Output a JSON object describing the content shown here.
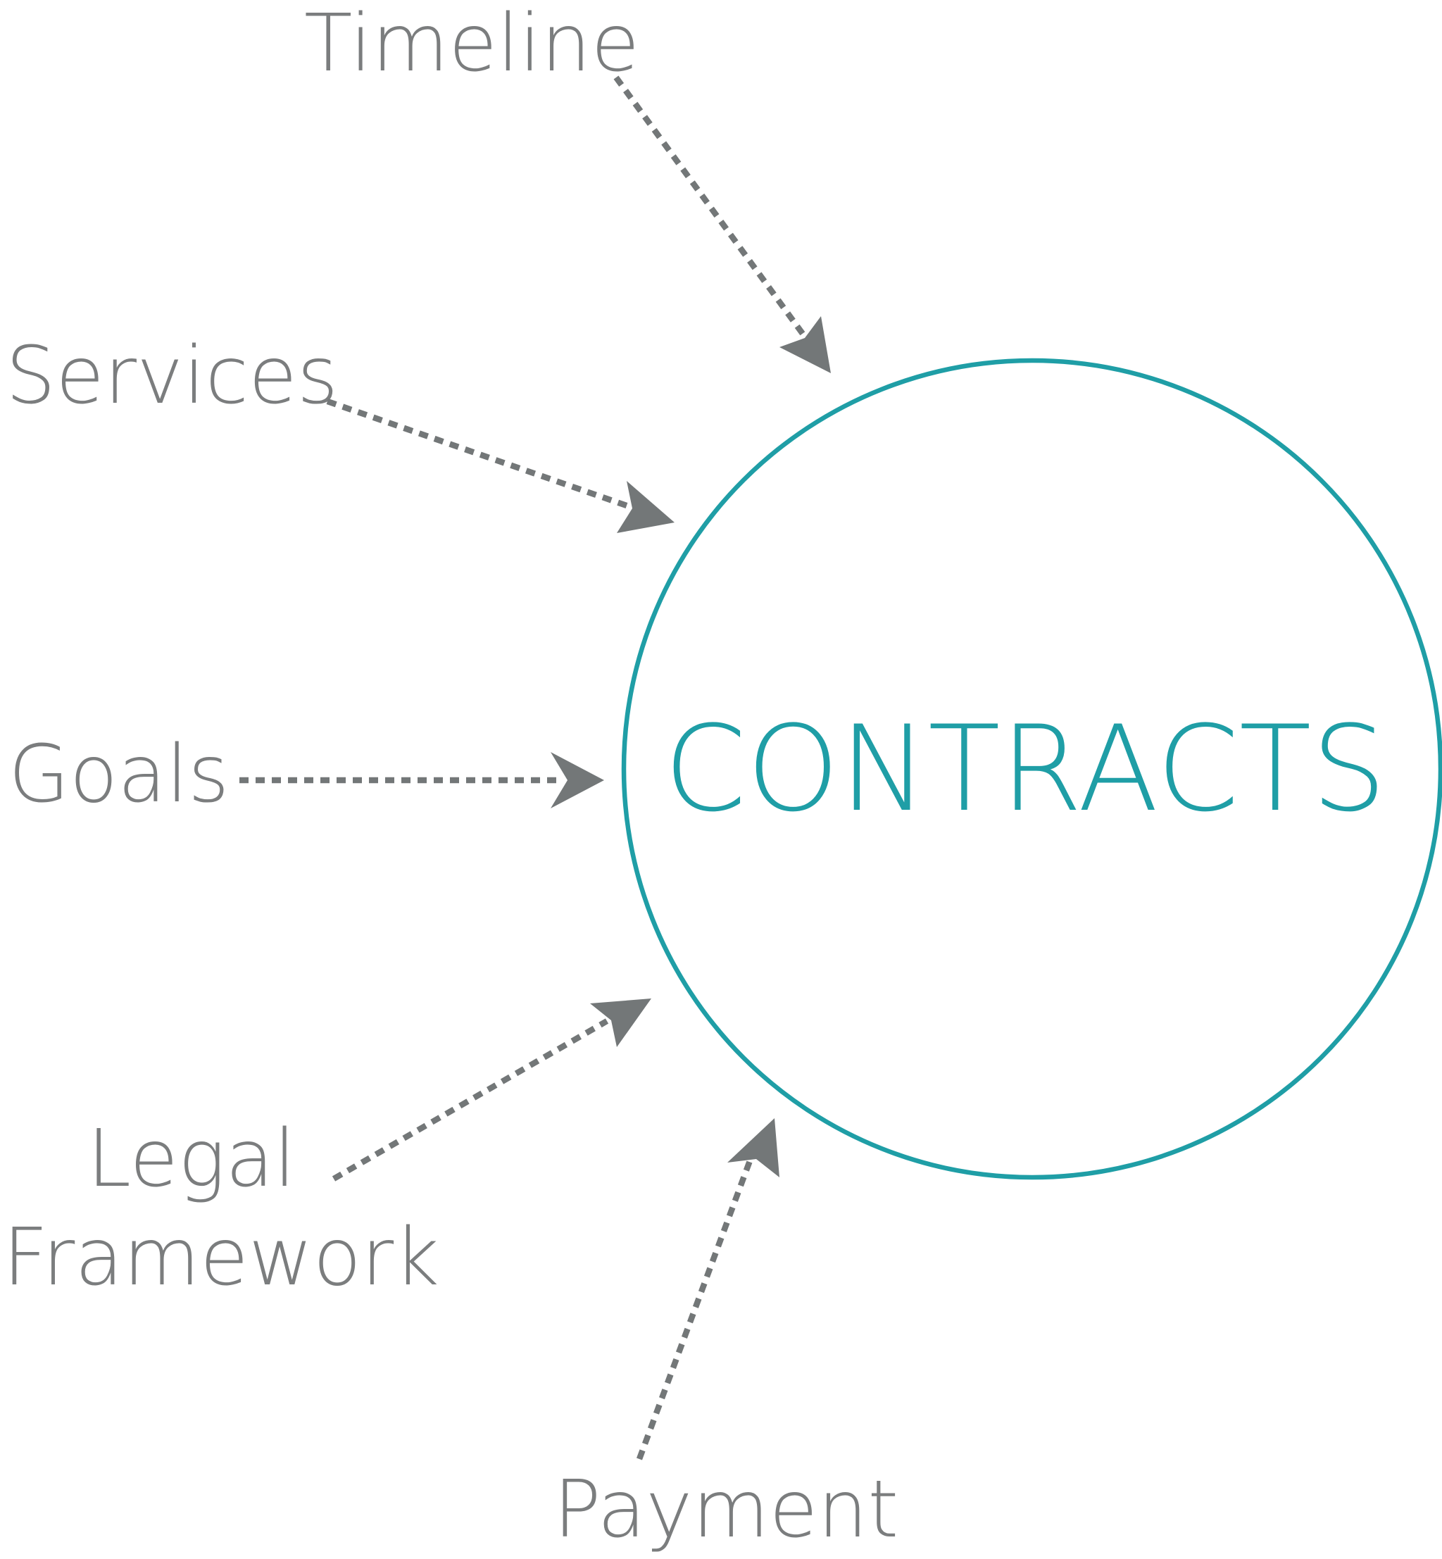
{
  "diagram": {
    "hub": {
      "label": "CONTRACTS"
    },
    "inputs": [
      {
        "id": "timeline",
        "label": "Timeline"
      },
      {
        "id": "services",
        "label": "Services"
      },
      {
        "id": "goals",
        "label": "Goals"
      },
      {
        "id": "legal-framework",
        "label_line1": "Legal",
        "label_line2": "Framework"
      },
      {
        "id": "payment",
        "label": "Payment"
      }
    ]
  },
  "colors": {
    "hub": "#1f9ea6",
    "text": "#7b7d7e",
    "arrows": "#737778",
    "background": "#ffffff"
  }
}
